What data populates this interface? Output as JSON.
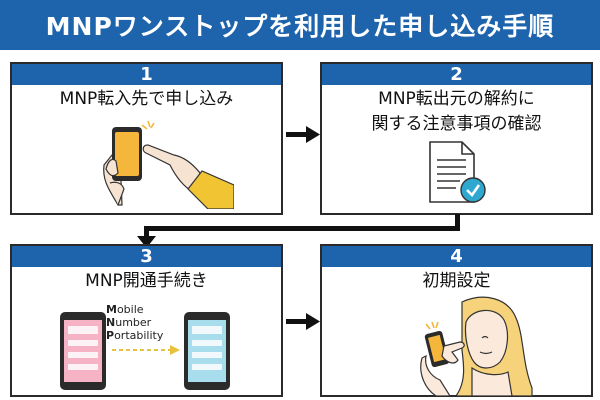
{
  "header": {
    "title": "MNPワンストップを利用した申し込み手順"
  },
  "steps": [
    {
      "number": "1",
      "title": "MNP転入先で申し込み"
    },
    {
      "number": "2",
      "title_line1": "MNP転出元の解約に",
      "title_line2": "関する注意事項の確認"
    },
    {
      "number": "3",
      "title": "MNP開通手続き"
    },
    {
      "number": "4",
      "title": "初期設定"
    }
  ],
  "mnp_expansion": {
    "line1_initial": "M",
    "line1_rest": "obile",
    "line2_initial": "N",
    "line2_rest": "umber",
    "line3_initial": "P",
    "line3_rest": "ortability"
  },
  "icons": [
    "hand-touch-phone-icon",
    "document-check-icon",
    "phone-transfer-icon",
    "woman-phone-icon"
  ],
  "colors": {
    "accent": "#1d64ad",
    "phone_screen": "#f4b63b",
    "skin": "#f7e3d2",
    "sleeve": "#f1c433",
    "check": "#2fa8cf"
  }
}
